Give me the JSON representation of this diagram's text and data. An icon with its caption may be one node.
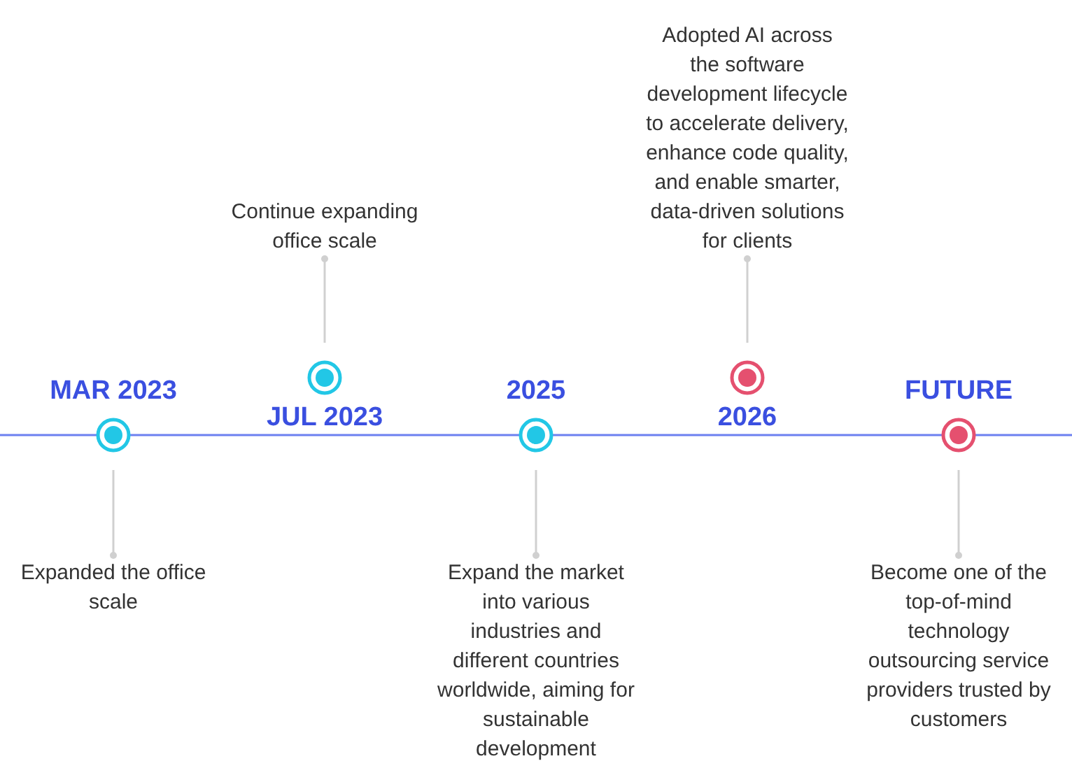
{
  "diagram": {
    "nodes": [
      {
        "text": [],
        "shape": "circle",
        "beside": [
          "MAR 2023"
        ]
      },
      {
        "text": [
          "Expanded the office scale"
        ]
      },
      {
        "text": [],
        "shape": "circle",
        "beside": [
          "JUL 2023"
        ]
      },
      {
        "text": [
          "Continue expanding office scale"
        ]
      },
      {
        "text": [],
        "shape": "circle",
        "beside": [
          "2025"
        ]
      },
      {
        "text": [
          "Expand the market into various industries and different countries worldwide, aiming for sustainable development"
        ]
      },
      {
        "text": [],
        "shape": "circle",
        "beside": [
          "2026"
        ]
      },
      {
        "text": [
          "Adopted AI across the software development lifecycle to accelerate delivery, enhance code quality, and enable smarter, data-driven solutions for clients"
        ]
      },
      {
        "text": [],
        "shape": "circle",
        "beside": [
          "FUTURE"
        ]
      },
      {
        "text": [
          "Become one of the top-of-mind technology outsourcing service providers trusted by customers"
        ]
      }
    ],
    "edges": [
      {
        "from": 1,
        "to": 0,
        "arrow": "other"
      },
      {
        "from": 3,
        "to": 2,
        "arrow": "other"
      },
      {
        "from": 5,
        "to": 4,
        "arrow": "other"
      },
      {
        "from": 7,
        "to": 6,
        "arrow": "other"
      },
      {
        "from": 9,
        "to": 8,
        "arrow": "other"
      }
    ]
  }
}
